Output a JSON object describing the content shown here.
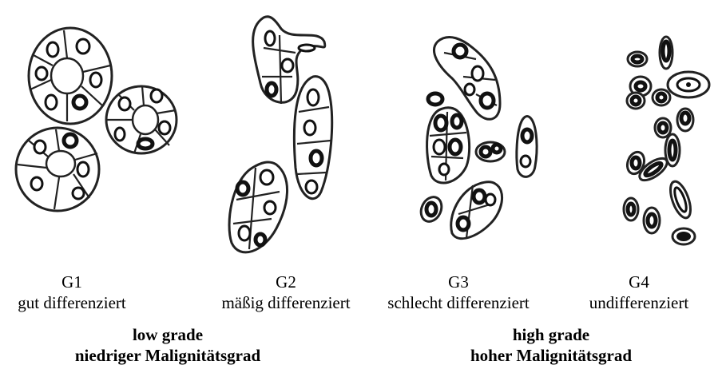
{
  "grades": [
    {
      "code": "G1",
      "label": "gut differenziert"
    },
    {
      "code": "G2",
      "label": "mäßig differenziert"
    },
    {
      "code": "G3",
      "label": "schlecht differenziert"
    },
    {
      "code": "G4",
      "label": "undifferenziert"
    }
  ],
  "groups": [
    {
      "title": "low grade",
      "subtitle": "niedriger Malignitätsgrad"
    },
    {
      "title": "high grade",
      "subtitle": "hoher Malignitätsgrad"
    }
  ]
}
